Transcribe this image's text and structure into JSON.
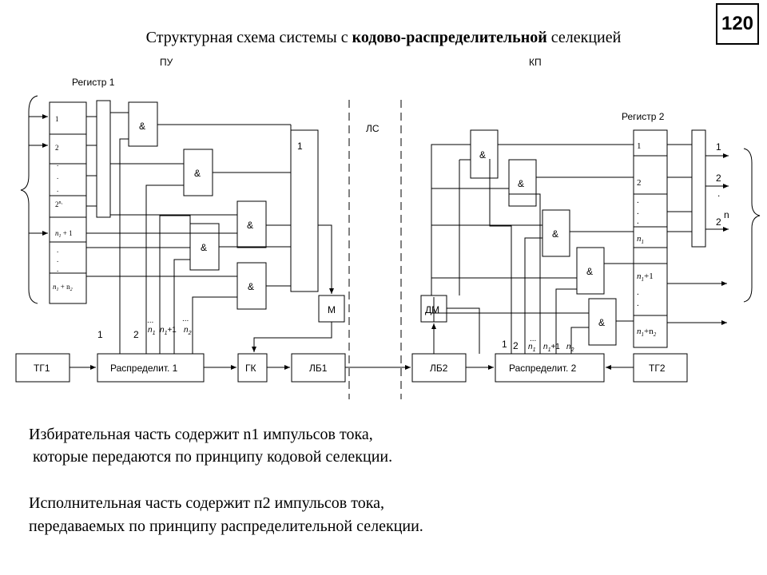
{
  "slide": {
    "number": "120",
    "title_part1": "Структурная схема системы с ",
    "title_bold": "кодово-распределительной",
    "title_part2": " селекцией"
  },
  "sections": {
    "left": "ПУ",
    "right": "КП",
    "channel": "ЛС"
  },
  "registers": {
    "reg1_label": "Регистр 1",
    "reg2_label": "Регистр 2"
  },
  "register1_cells": {
    "c1": "1",
    "c2": "2",
    "c3": "2",
    "c3_sup": "n₁",
    "c4_var": "n",
    "c4_sub": "1",
    "c4_rest": " + 1",
    "c5_var": "n",
    "c5_sub": "1",
    "c5_mid": " + n",
    "c5_sub2": "2"
  },
  "register2_cells": {
    "c1": "1",
    "c2": "2",
    "c3_var": "n",
    "c3_sub": "1",
    "c4_var": "n",
    "c4_sub": "1",
    "c4_rest": "+1",
    "c5_var": "n",
    "c5_sub": "1",
    "c5_mid": "+n",
    "c5_sub2": "2"
  },
  "gates": {
    "and_symbol": "&",
    "or1_label": "1"
  },
  "blocks": {
    "m": "М",
    "dm": "ДМ",
    "tg1": "ТГ1",
    "tg2": "ТГ2",
    "dist1": "Распределит. 1",
    "dist2": "Распределит. 2",
    "gk": "ГК",
    "lb1": "ЛБ1",
    "lb2": "ЛБ2"
  },
  "dist_labels": {
    "d1_1": "1",
    "d1_2": "2",
    "d2_1": "1",
    "d2_2": "2",
    "n1": "n",
    "n1_sub": "1",
    "n1p1": "n",
    "n1p1_sub": "1",
    "n1p1_rest": "+1",
    "n2": "n",
    "n2_sub": "2",
    "dots": "..."
  },
  "outputs": {
    "o1": "1",
    "o2": "2",
    "o_dot": ".",
    "o_n": "n",
    "o_last": "2"
  },
  "text": {
    "line1": "Избирательная часть содержит n1 импульсов тока,",
    "line2": " которые передаются по принципу кодовой селекции.",
    "line3": "Исполнительная часть содержит п2 импульсов тока,",
    "line4": "передаваемых по принципу распределительной селекции."
  },
  "colors": {
    "ink": "#000000",
    "background": "#ffffff"
  }
}
